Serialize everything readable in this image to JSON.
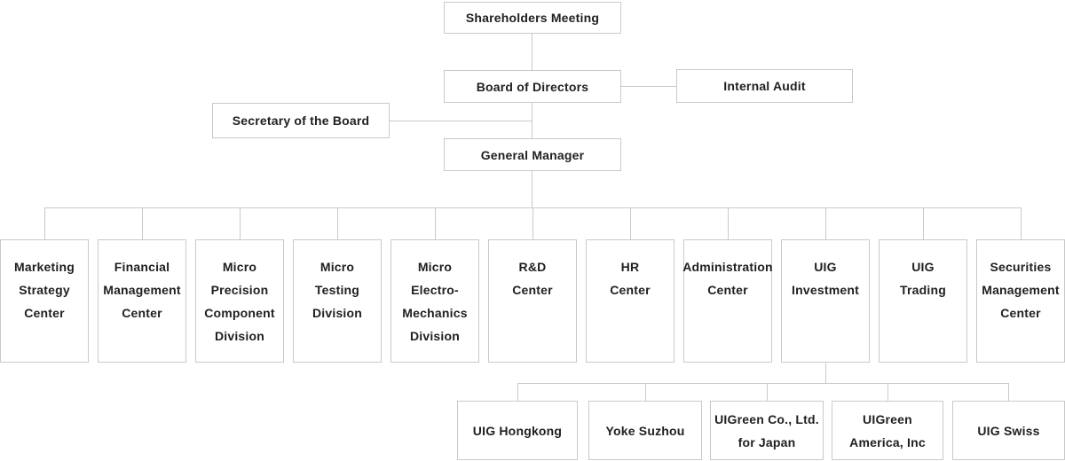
{
  "colors": {
    "background": "#ffffff",
    "box_border": "#c9c9c9",
    "connector": "#c9c9c9",
    "text": "#1f1f1f"
  },
  "org": {
    "top": {
      "shareholders": "Shareholders Meeting",
      "board": "Board of Directors",
      "internal_audit": "Internal Audit",
      "secretary": "Secretary of the Board",
      "general_manager": "General Manager"
    },
    "departments": [
      {
        "label": "Marketing\nStrategy\nCenter"
      },
      {
        "label": "Financial\nManagement\nCenter"
      },
      {
        "label": "Micro\nPrecision\nComponent\nDivision"
      },
      {
        "label": "Micro\nTesting\nDivision"
      },
      {
        "label": "Micro\nElectro-\nMechanics\nDivision"
      },
      {
        "label": "R&D\nCenter"
      },
      {
        "label": "HR\nCenter"
      },
      {
        "label": "Administration\nCenter"
      },
      {
        "label": "UIG\nInvestment"
      },
      {
        "label": "UIG\nTrading"
      },
      {
        "label": "Securities\nManagement\nCenter"
      }
    ],
    "subsidiaries_parent": "UIG Investment",
    "subsidiaries": [
      {
        "label": "UIG Hongkong"
      },
      {
        "label": "Yoke Suzhou"
      },
      {
        "label": "UIGreen Co., Ltd.\nfor Japan"
      },
      {
        "label": "UIGreen\nAmerica, Inc"
      },
      {
        "label": "UIG Swiss"
      }
    ]
  }
}
